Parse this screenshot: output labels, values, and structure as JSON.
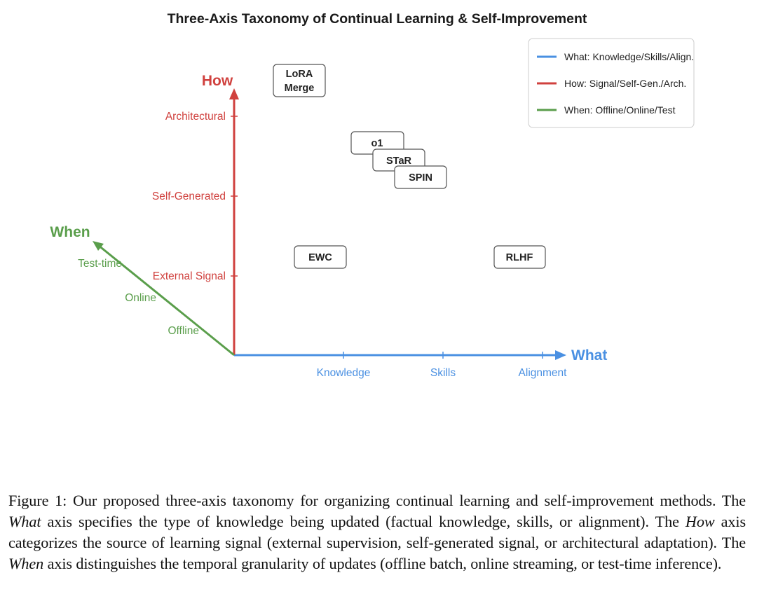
{
  "figure": {
    "title": "Three-Axis Taxonomy of Continual Learning & Self-Improvement"
  },
  "colors": {
    "what": "#4a90e2",
    "how": "#d0413e",
    "when": "#5a9e4b",
    "box_stroke": "#555555"
  },
  "axes": {
    "what": {
      "name": "What",
      "ticks": [
        "Knowledge",
        "Skills",
        "Alignment"
      ]
    },
    "how": {
      "name": "How",
      "ticks": [
        "External Signal",
        "Self-Generated",
        "Architectural"
      ]
    },
    "when": {
      "name": "When",
      "ticks": [
        "Offline",
        "Online",
        "Test-time"
      ]
    }
  },
  "legend": {
    "placement": "top-right",
    "entries": [
      {
        "label": "What: Knowledge/Skills/Align.",
        "axis": "what"
      },
      {
        "label": "How: Signal/Self-Gen./Arch.",
        "axis": "how"
      },
      {
        "label": "When: Offline/Online/Test",
        "axis": "when"
      }
    ]
  },
  "methods": [
    {
      "label_lines": [
        "LoRA",
        "Merge"
      ]
    },
    {
      "label_lines": [
        "o1"
      ]
    },
    {
      "label_lines": [
        "STaR"
      ]
    },
    {
      "label_lines": [
        "SPIN"
      ]
    },
    {
      "label_lines": [
        "EWC"
      ]
    },
    {
      "label_lines": [
        "RLHF"
      ]
    }
  ],
  "caption": {
    "prefix": "Figure 1: Our proposed three-axis taxonomy for organizing continual learning and self-improvement methods. The ",
    "what_term": "What",
    "part2": " axis specifies the type of knowledge being updated (factual knowledge, skills, or alignment). The ",
    "how_term": "How",
    "part3": " axis categorizes the source of learning signal (external supervision, self-generated signal, or architectural adaptation). The ",
    "when_term": "When",
    "part4": " axis distinguishes the temporal granularity of updates (offline batch, online streaming, or test-time inference)."
  }
}
